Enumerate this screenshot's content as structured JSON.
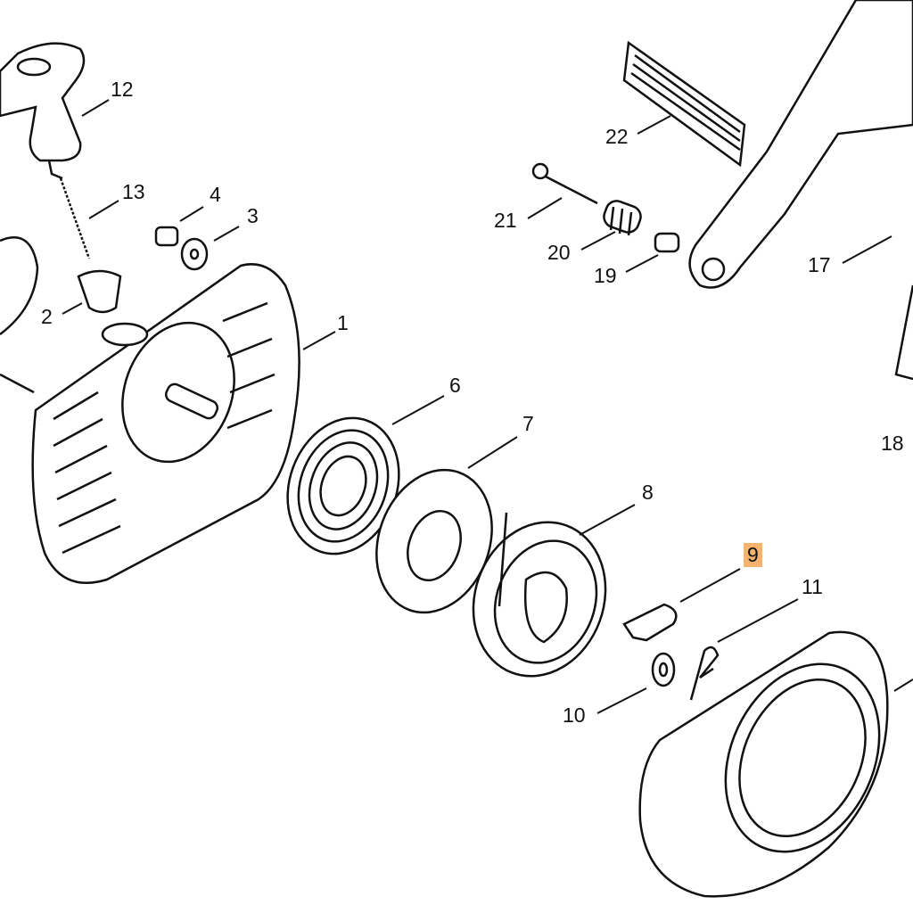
{
  "title": "Rewind starter exploded parts diagram",
  "highlight_color": "#f6b36e",
  "labels": {
    "p1": "1",
    "p2": "2",
    "p3": "3",
    "p4": "4",
    "p6": "6",
    "p7": "7",
    "p8": "8",
    "p9": "9",
    "p10": "10",
    "p11": "11",
    "p12": "12",
    "p13": "13",
    "p17": "17",
    "p18": "18",
    "p19": "19",
    "p20": "20",
    "p21": "21",
    "p22": "22"
  },
  "selected_part": "9"
}
